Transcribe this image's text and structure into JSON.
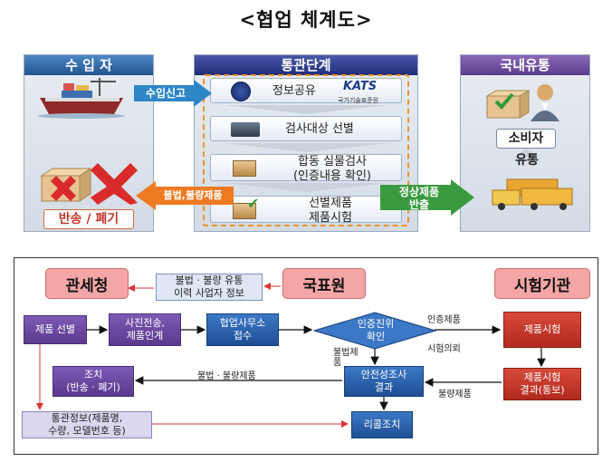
{
  "title": "<협업 체계도>",
  "top": {
    "importer": {
      "header": "수 입 자",
      "return_label": "반송 / 폐기"
    },
    "customs": {
      "header": "통관단계",
      "steps": [
        "정보공유",
        "검사대상 선별",
        "합동 실물검사\n(인증내용 확인)",
        "선별제품\n제품시험"
      ],
      "katz_logo": "KATS",
      "katz_sub": "국가기술표준원"
    },
    "domestic": {
      "header": "국내유통",
      "consumer_label": "소비자",
      "distribution_label": "유통"
    },
    "arrow_import": "수입신고",
    "arrow_illegal": "불법,불량제품",
    "arrow_normal": "정상제품\n반출"
  },
  "bottom": {
    "agencies": {
      "customs": "관세청",
      "kats": "국표원",
      "lab": "시험기관"
    },
    "note_illegal": "불법 · 불량 유통\n이력 사업자 정보",
    "boxes": {
      "select": "제품 선별",
      "photo": "사진전송,\n제품인계",
      "office": "협업사무소\n접수",
      "cert": "인증진위\n확인",
      "safety": "안전성조사\n결과",
      "action": "조치\n(반송 · 폐기)",
      "info": "통관정보(제품명,\n수량, 모델번호 등)",
      "recall": "리콜조치",
      "test": "제품시험",
      "result": "제품시험\n결과(통보)"
    },
    "edge_labels": {
      "cert_product": "인증제품",
      "test_request": "시험의뢰",
      "illegal_product": "불법제\n품",
      "illegal_bad": "불법 · 불량제품",
      "bad_product": "불량제품"
    }
  }
}
